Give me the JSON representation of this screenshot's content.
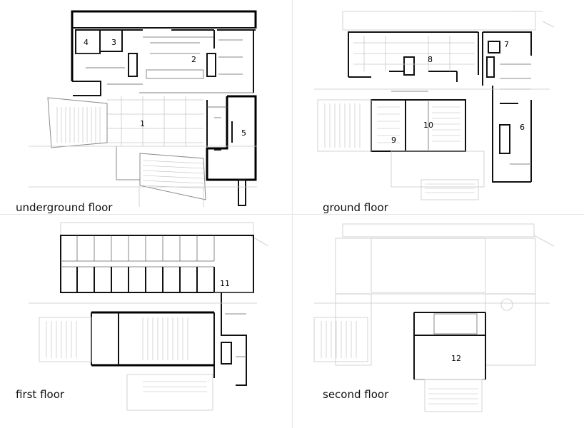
{
  "floors": [
    {
      "label": "underground floor"
    },
    {
      "label": "ground floor"
    },
    {
      "label": "first floor"
    },
    {
      "label": "second floor"
    }
  ],
  "rooms": [
    "1",
    "2",
    "3",
    "4",
    "5",
    "6",
    "7",
    "8",
    "9",
    "10",
    "11",
    "12"
  ]
}
